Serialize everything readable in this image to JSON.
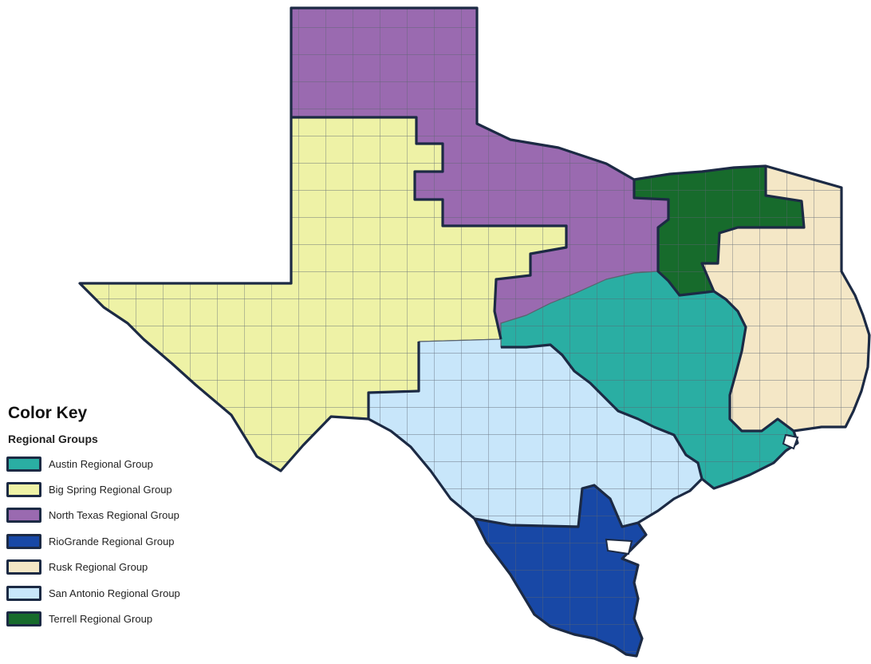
{
  "colors": {
    "austin": "#2aaea3",
    "big_spring": "#eef2a6",
    "north_texas": "#9a6ab0",
    "riogrande": "#1848a6",
    "rusk": "#f4e7c6",
    "san_antonio": "#c8e6fa",
    "terrell": "#176b2c",
    "county_lines": "#5a6470",
    "outline": "#1c2a44"
  },
  "legend": {
    "title": "Color Key",
    "subtitle": "Regional Groups",
    "items": [
      {
        "label": "Austin Regional Group",
        "color": "#2aaea3"
      },
      {
        "label": "Big Spring Regional Group",
        "color": "#eef2a6"
      },
      {
        "label": "North Texas Regional Group",
        "color": "#9a6ab0"
      },
      {
        "label": "RioGrande Regional Group",
        "color": "#1848a6"
      },
      {
        "label": "Rusk Regional Group",
        "color": "#f4e7c6"
      },
      {
        "label": "San Antonio Regional Group",
        "color": "#c8e6fa"
      },
      {
        "label": "Terrell Regional Group",
        "color": "#176b2c"
      }
    ]
  }
}
